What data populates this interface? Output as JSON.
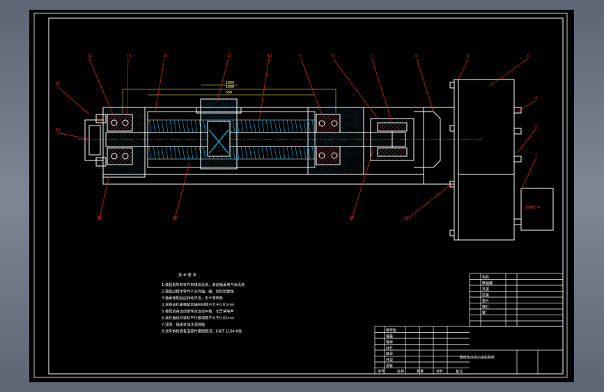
{
  "drawing": {
    "tech_title": "技 术 要 求",
    "tech_notes": [
      "1.装配前所有零件用煤油清洗，滚动轴承用汽油清洗",
      "2.装配过程中零件不允许磕、碰、划伤和锈蚀",
      "3.轴承装配后应转动灵活，无卡滞现象",
      "4.滚珠丝杠副预紧后轴向间隙不大于0.01mm",
      "5.装配后各运动部件应运动平稳，无异常噪声",
      "6.丝杠轴线与导轨平行度误差不大于0.02mm",
      "7.润滑：轴承处加注润滑脂",
      "8.试车前检查各连接件紧固情况，GB/T 1184 K级"
    ],
    "part_labels": [
      "14",
      "15",
      "16",
      "11",
      "12",
      "5",
      "6",
      "7",
      "8",
      "9",
      "4",
      "3",
      "2",
      "1",
      "13",
      "17",
      "18",
      "19",
      "20",
      "21"
    ],
    "dims": [
      "1000",
      "580",
      "1080"
    ],
    "motor_label": "180M2-4",
    "title_block": {
      "title": "数控车床纵向进给系统",
      "rows_left": [
        "螺母座",
        "端盖",
        "轴承",
        "丝杠",
        "螺母",
        "托架",
        "滑板"
      ],
      "rows_right": [
        "电机",
        "联轴器",
        "支座",
        "压盖",
        "垫片",
        "螺钉",
        "键"
      ],
      "header": [
        "序号",
        "名称",
        "数量",
        "材料",
        "备注"
      ]
    }
  },
  "colors": {
    "frame": "#ffffff",
    "body": "#ffffff",
    "hatch": "#00c8ff",
    "center": "#00ff66",
    "leader": "#ff2020",
    "dim": "#ffff66"
  }
}
